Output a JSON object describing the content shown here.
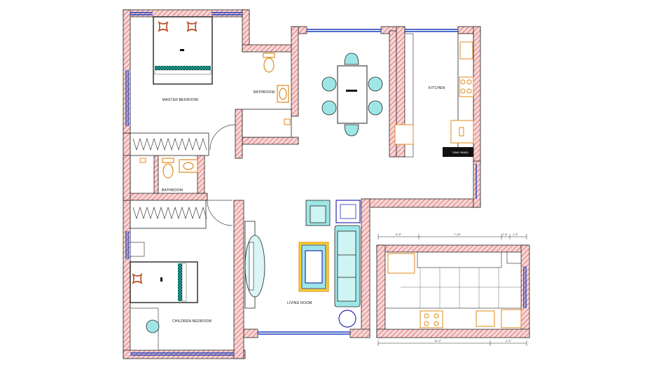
{
  "rooms": {
    "master_bedroom": "MASTER BEDROOM",
    "bathroom_top": "BATHROOM",
    "bathroom_mid": "BATHROOM",
    "kitchen": "KITCHEN",
    "living_room": "LIVING ROOM",
    "children_bedroom": "CHILDREN BEDROOM"
  },
  "fixtures": {
    "kitchen_sink": "SINK PANEL"
  },
  "dimensions": {
    "d1": "6'-9\"",
    "d2": "7'-10\"",
    "d3": "2'-6\"",
    "d4": "1'-4\"",
    "d5": "10'-2\"",
    "d6": "4'-3\""
  },
  "colors": {
    "wall_fill": "#f7d6d6",
    "wall_hatch": "#d23a3a",
    "window": "#1a3db8",
    "furniture_teal": "#29a89a",
    "furniture_cyan": "#9ee6e6",
    "pillow": "#b8481c",
    "fixture_orange": "#e08a1a",
    "line": "#222222"
  }
}
